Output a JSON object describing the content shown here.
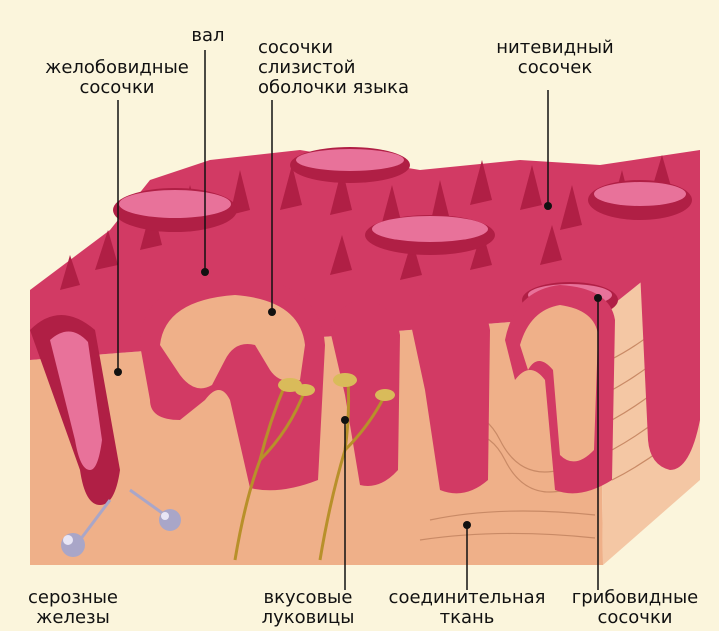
{
  "labels": {
    "grooved": {
      "line1": "желобовидные",
      "line2": "сосочки"
    },
    "val": {
      "line1": "вал"
    },
    "mucosa": {
      "line1": "сосочки",
      "line2": "слизистой",
      "line3": "оболочки языка"
    },
    "filiform": {
      "line1": "нитевидный",
      "line2": "сосочек"
    },
    "serous": {
      "line1": "серозные",
      "line2": "железы"
    },
    "taste": {
      "line1": "вкусовые",
      "line2": "луковицы"
    },
    "connective": {
      "line1": "соединительная",
      "line2": "ткань"
    },
    "fungiform": {
      "line1": "грибовидные",
      "line2": "сосочки"
    }
  },
  "colors": {
    "background": "#fbf5dc",
    "epithelium": "#d23a64",
    "epithelium_dark": "#b01f45",
    "epithelium_light": "#e8729a",
    "connective": "#efb089",
    "connective_side": "#f4c7a4",
    "nerve": "#b8902a",
    "gland": "#a9a6c8"
  }
}
